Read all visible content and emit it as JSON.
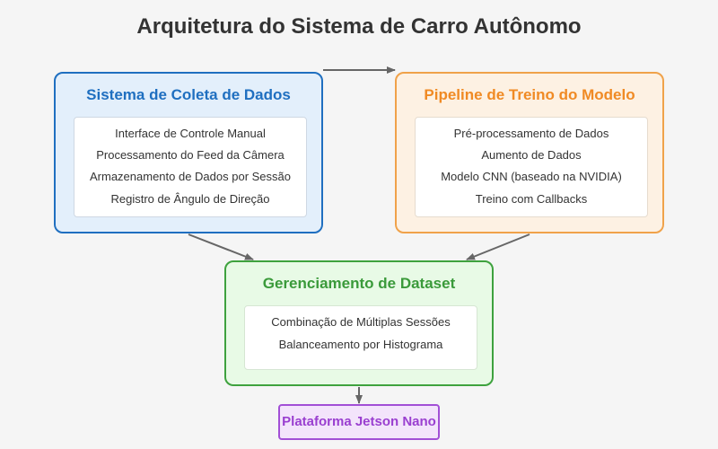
{
  "title": "Arquitetura do Sistema de Carro Autônomo",
  "collection": {
    "title": "Sistema de Coleta de Dados",
    "items": [
      "Interface de Controle Manual",
      "Processamento do Feed da Câmera",
      "Armazenamento de Dados por Sessão",
      "Registro de Ângulo de Direção"
    ]
  },
  "training": {
    "title": "Pipeline de Treino do Modelo",
    "items": [
      "Pré-processamento de Dados",
      "Aumento de Dados",
      "Modelo CNN (baseado na NVIDIA)",
      "Treino com Callbacks"
    ]
  },
  "dataset": {
    "title": "Gerenciamento de Dataset",
    "items": [
      "Combinação de Múltiplas Sessões",
      "Balanceamento por Histograma"
    ]
  },
  "platform": {
    "label": "Plataforma Jetson Nano"
  },
  "colors": {
    "collection_title": "#1f6fc0",
    "training_title": "#f08a24",
    "dataset_title": "#3a9a3a",
    "platform_title": "#9a3fd0",
    "arrow": "#666666"
  }
}
